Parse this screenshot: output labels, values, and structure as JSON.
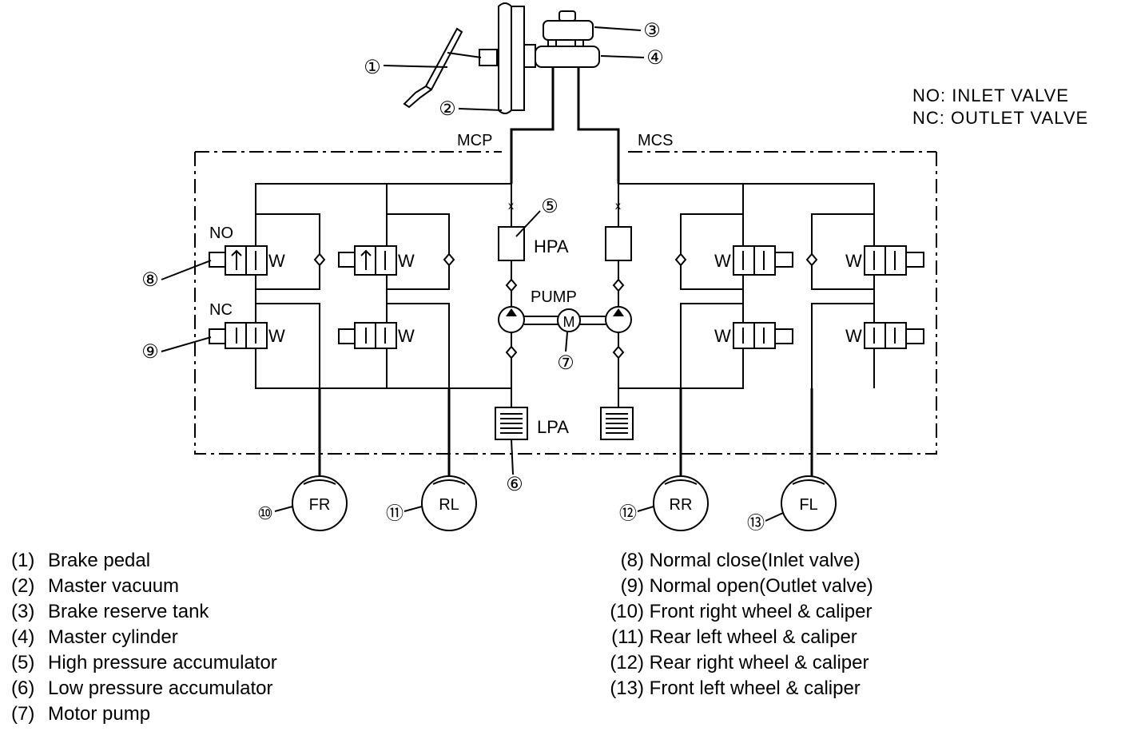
{
  "diagram": {
    "labels": {
      "mcp": "MCP",
      "mcs": "MCS",
      "hpa": "HPA",
      "pump": "PUMP",
      "lpa": "LPA",
      "no": "NO",
      "nc": "NC",
      "w": "W",
      "m": "M"
    },
    "wheels": {
      "fr": "FR",
      "rl": "RL",
      "rr": "RR",
      "fl": "FL"
    },
    "callouts": {
      "c1": "①",
      "c2": "②",
      "c3": "③",
      "c4": "④",
      "c5": "⑤",
      "c6": "⑥",
      "c7": "⑦",
      "c8": "⑧",
      "c9": "⑨",
      "c10": "⑩",
      "c11": "⑪",
      "c12": "⑫",
      "c13": "⑬"
    }
  },
  "note": {
    "line1": "NO: INLET VALVE",
    "line2": "NC: OUTLET VALVE"
  },
  "legend_left": [
    {
      "num": "(1)",
      "text": "Brake pedal"
    },
    {
      "num": "(2)",
      "text": "Master vacuum"
    },
    {
      "num": "(3)",
      "text": "Brake reserve tank"
    },
    {
      "num": "(4)",
      "text": "Master cylinder"
    },
    {
      "num": "(5)",
      "text": "High pressure accumulator"
    },
    {
      "num": "(6)",
      "text": "Low pressure accumulator"
    },
    {
      "num": "(7)",
      "text": "Motor pump"
    }
  ],
  "legend_right": [
    {
      "num": "(8)",
      "text": "Normal close(Inlet valve)"
    },
    {
      "num": "(9)",
      "text": "Normal open(Outlet valve)"
    },
    {
      "num": "(10)",
      "text": "Front right wheel & caliper"
    },
    {
      "num": "(11)",
      "text": "Rear left wheel & caliper"
    },
    {
      "num": "(12)",
      "text": "Rear right wheel & caliper"
    },
    {
      "num": "(13)",
      "text": "Front left wheel & caliper"
    }
  ]
}
